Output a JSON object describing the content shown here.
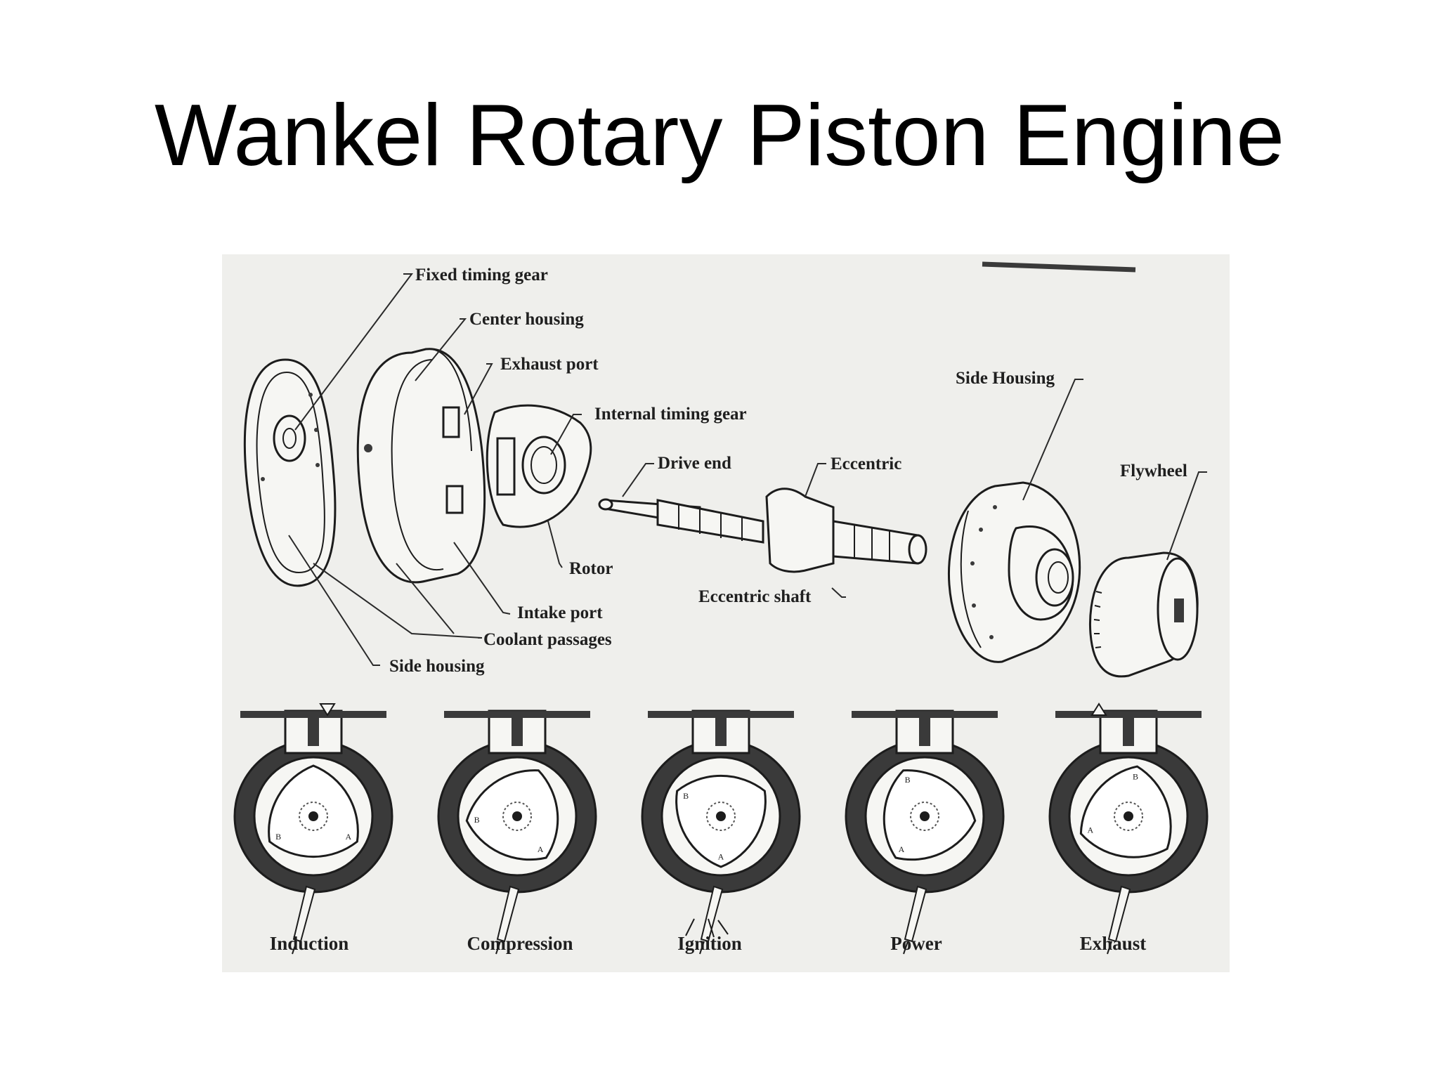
{
  "title": "Wankel Rotary Piston Engine",
  "figure": {
    "part_labels": {
      "fixed_timing_gear": "Fixed timing gear",
      "center_housing": "Center housing",
      "exhaust_port": "Exhaust port",
      "internal_timing_gear": "Internal timing gear",
      "drive_end": "Drive end",
      "eccentric": "Eccentric",
      "side_housing_right": "Side Housing",
      "flywheel": "Flywheel",
      "rotor": "Rotor",
      "eccentric_shaft": "Eccentric shaft",
      "intake_port": "Intake port",
      "coolant_passages": "Coolant passages",
      "side_housing_left": "Side housing"
    },
    "cycle_stages": [
      "Induction",
      "Compression",
      "Ignition",
      "Power",
      "Exhaust"
    ],
    "rotor_tip_letters": {
      "a": "A",
      "b": "B"
    }
  }
}
